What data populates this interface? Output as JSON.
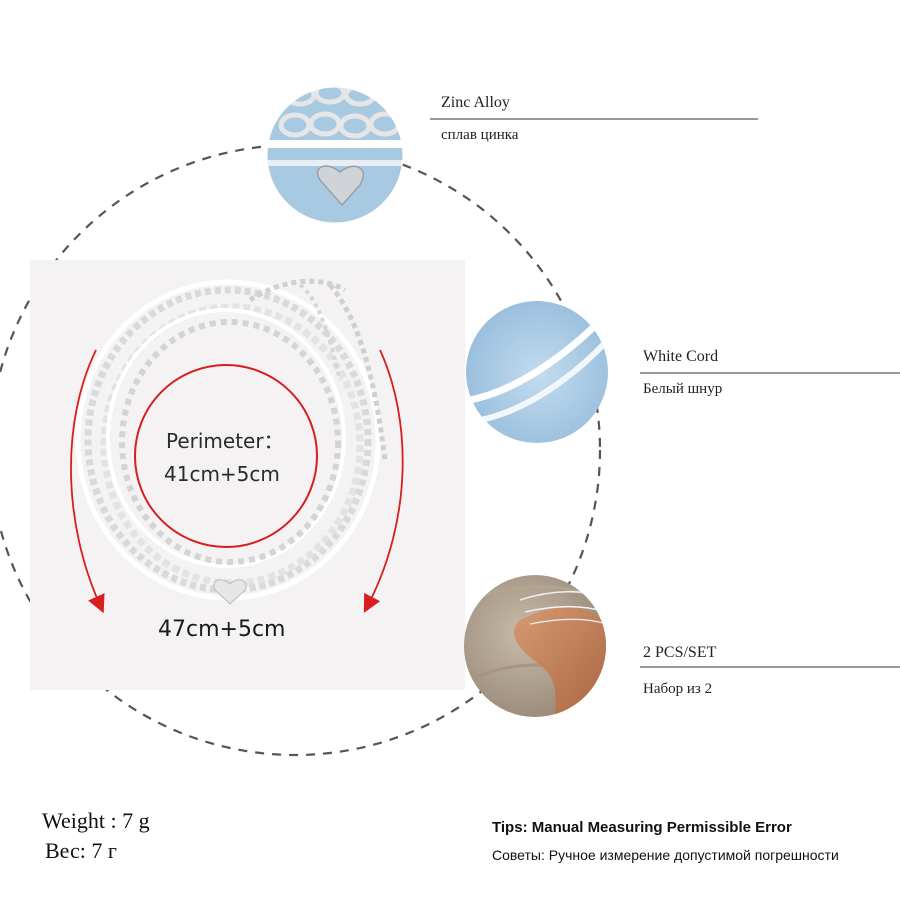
{
  "features": [
    {
      "en": "Zinc Alloy",
      "ru": "сплав цинка",
      "icon": "chain-heart-closeup"
    },
    {
      "en": "White Cord",
      "ru": "Белый шнур",
      "icon": "white-cord-closeup"
    },
    {
      "en": "2 PCS/SET",
      "ru": "Набор из 2",
      "icon": "anklet-on-foot-photo"
    }
  ],
  "perimeter": {
    "label": "Perimeter：",
    "inner_size": "41cm+5cm",
    "outer_size": "47cm+5cm"
  },
  "weight": {
    "en": "Weight : 7 g",
    "ru": "Вес: 7 г"
  },
  "tips": {
    "en": "Tips: Manual Measuring Permissible Error",
    "ru": "Советы: Ручное измерение допустимой погрешности"
  },
  "colors": {
    "arrow_red": "#d81e1e",
    "dashed_circle": "#555555",
    "cord_blue": "#a9cbe6",
    "product_bg": "#f4f2f3"
  }
}
